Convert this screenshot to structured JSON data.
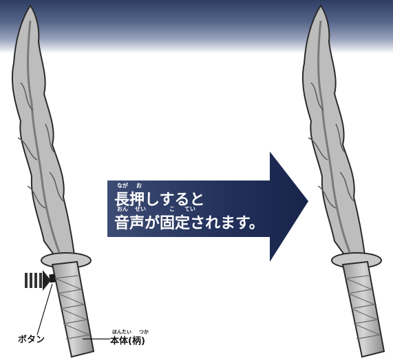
{
  "instruction": {
    "line1": "長押しすると",
    "line2": "音声が固定されます。",
    "ruby_naga": "なが",
    "ruby_o": "お",
    "ruby_onsei_on": "おん",
    "ruby_onsei_sei": "せい",
    "ruby_kotei_ko": "こ",
    "ruby_kotei_tei": "てい"
  },
  "labels": {
    "button": "ボタン",
    "body_hilt": "本体(柄)",
    "ruby_hontai": "ほんたい",
    "ruby_tsuka": "つか"
  },
  "colors": {
    "arrow": "#1e2a4f",
    "band_top": "#2f3d62",
    "blade": "#b9b9b9",
    "outline": "#2a2a2a"
  }
}
